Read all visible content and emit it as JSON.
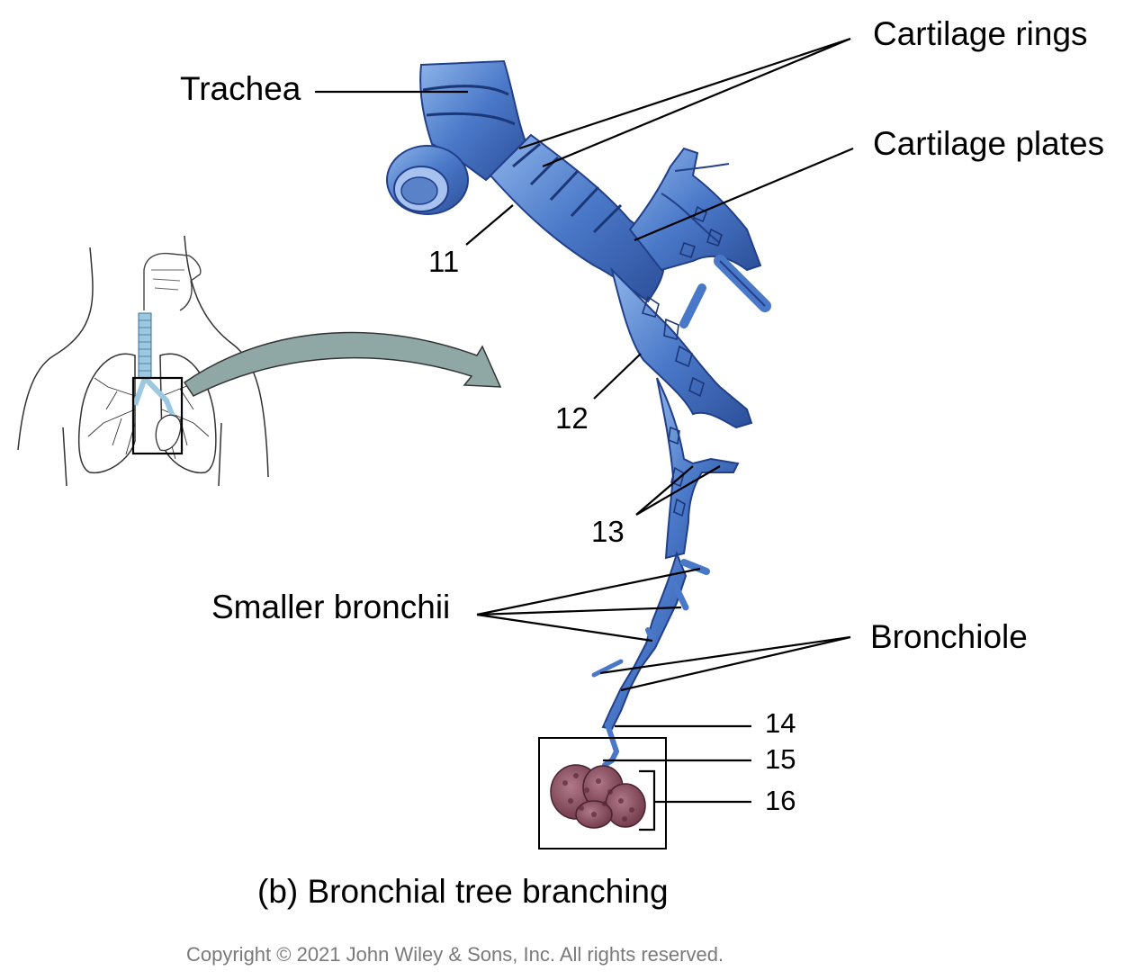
{
  "labels": {
    "trachea": "Trachea",
    "cartilage_rings": "Cartilage rings",
    "cartilage_plates": "Cartilage plates",
    "smaller_bronchii": "Smaller bronchii",
    "bronchiole": "Bronchiole",
    "n11": "11",
    "n12": "12",
    "n13": "13",
    "n14": "14",
    "n15": "15",
    "n16": "16"
  },
  "caption": "(b) Bronchial tree branching",
  "copyright": "Copyright © 2021 John Wiley & Sons, Inc. All rights reserved.",
  "colors": {
    "airway": "#4a78c8",
    "airway_dark": "#223f8a",
    "airway_light": "#9fc0ee",
    "alveoli": "#8a4a5c",
    "arrow": "#8fa8a6",
    "inset_airway": "#9cc8e0"
  }
}
